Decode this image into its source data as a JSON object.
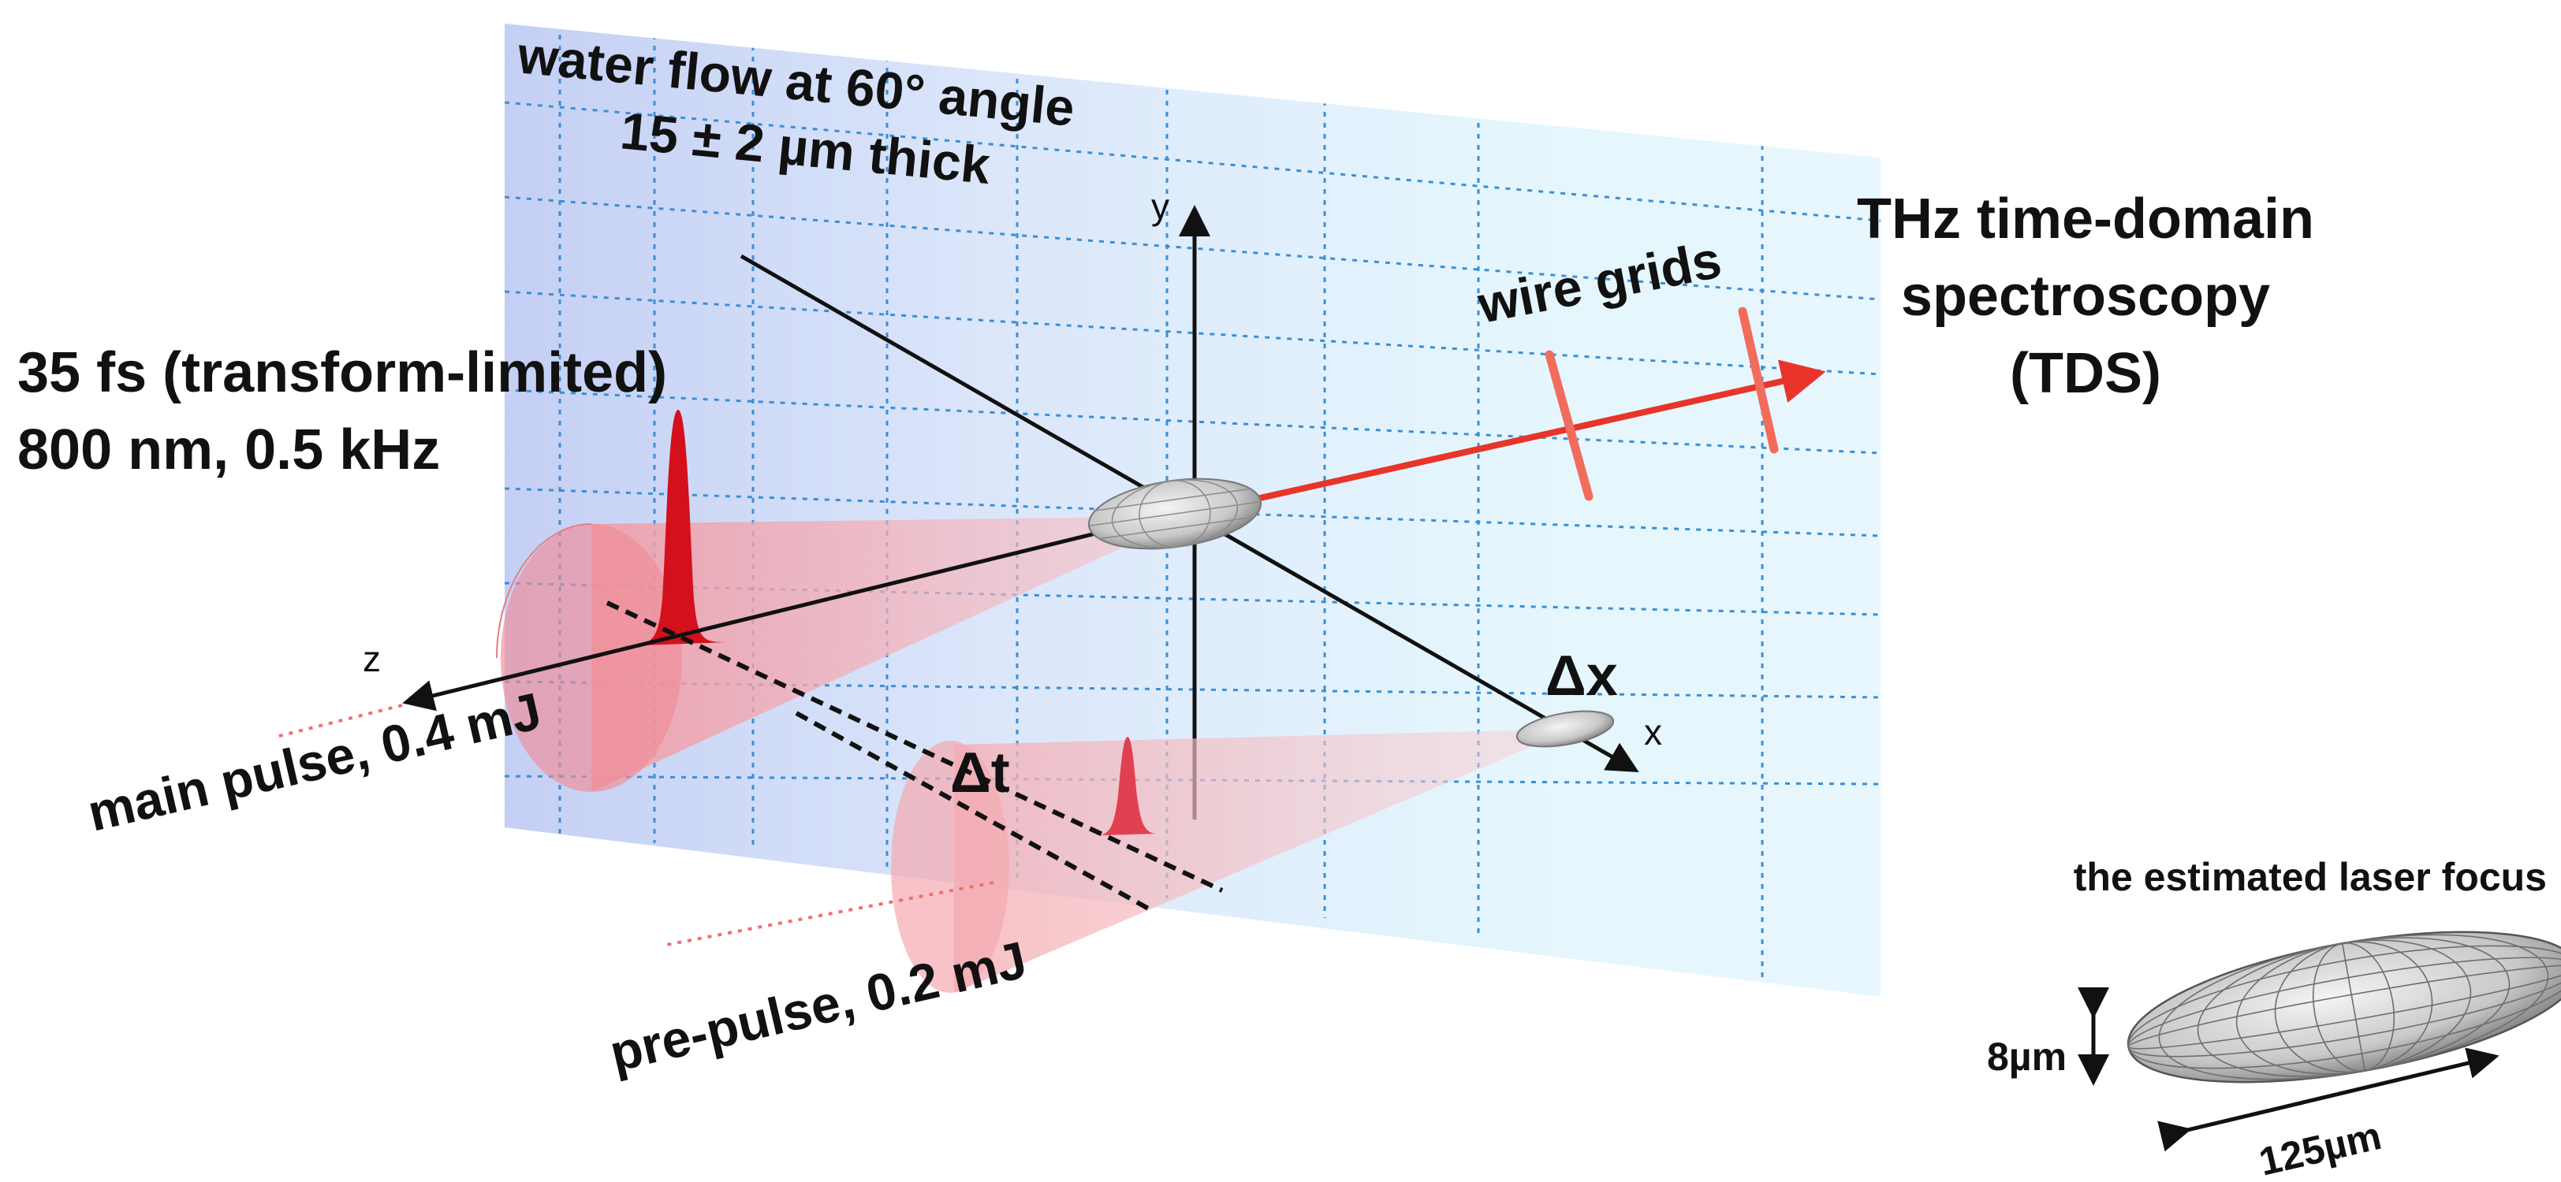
{
  "labels": {
    "water_flow_line1": "water flow at 60° angle",
    "water_flow_line2": "15 ± 2 µm thick",
    "laser_params_line1": "35 fs (transform-limited)",
    "laser_params_line2": "800 nm, 0.5 kHz",
    "wire_grids": "wire grids",
    "thz_line1": "THz time-domain",
    "thz_line2": "spectroscopy",
    "thz_line3": "(TDS)",
    "main_pulse": "main pulse, 0.4 mJ",
    "pre_pulse": "pre-pulse, 0.2 mJ",
    "delta_t": "Δt",
    "delta_x": "Δx",
    "axis_x": "x",
    "axis_y": "y",
    "axis_z": "z",
    "focus_title": "the estimated laser focus",
    "focus_height": "8µm",
    "focus_length": "125µm"
  },
  "colors": {
    "water_plane_left": "#c9d3f5",
    "water_plane_right": "#e6f6fd",
    "grid_line": "#3b8fd6",
    "beam": "#e8342a",
    "cone": "#f0a0a6",
    "pulse": "#d4101c",
    "grid_wire": "#f26c5c",
    "focus": "#cfcfcf"
  }
}
